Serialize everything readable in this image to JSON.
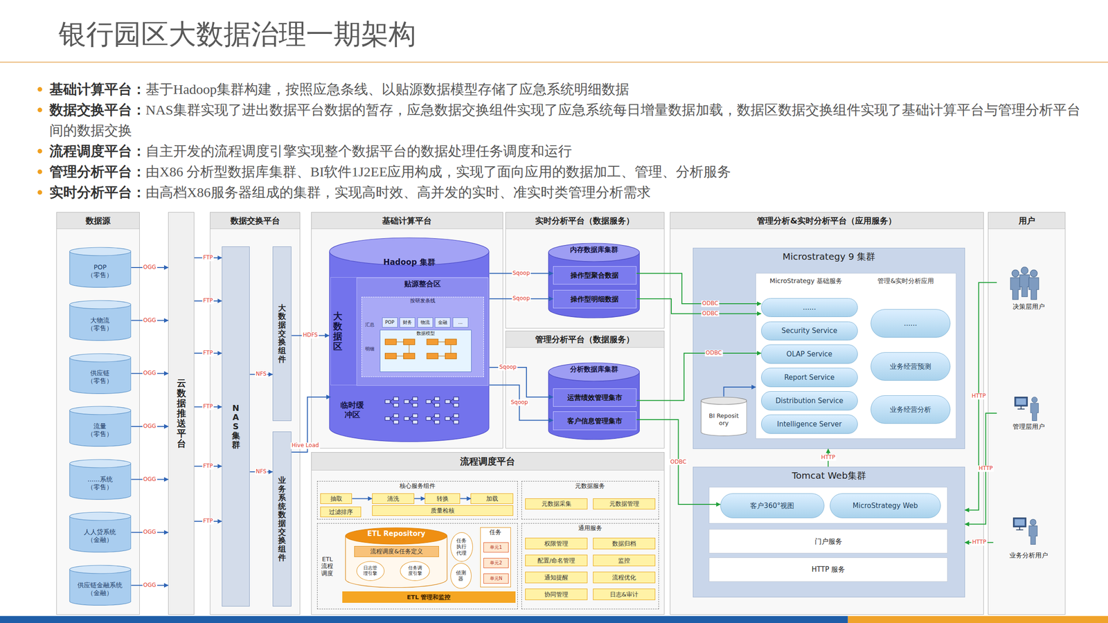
{
  "diagram": {
    "title": "银行园区大数据治理一期架构",
    "nodes": [
      {
        "text": [
          "数据源"
        ]
      },
      {
        "text": [
          "POP （零售）"
        ],
        "in": 0
      },
      {
        "text": [
          "大物流 （零售）"
        ],
        "in": 0
      },
      {
        "text": [
          "供应链 （零售）"
        ],
        "in": 0
      },
      {
        "text": [
          "流量 （零售）"
        ],
        "in": 0
      },
      {
        "text": [
          "......系统 （零售）"
        ],
        "in": 0
      },
      {
        "text": [
          "人人贷系统 （金融）"
        ],
        "in": 0
      },
      {
        "text": [
          "供应链金融系统 （金融）"
        ],
        "in": 0
      },
      {
        "text": [
          "云数据推送平台"
        ]
      },
      {
        "text": [
          "数据交换平台"
        ]
      },
      {
        "text": [
          "NAS集群"
        ],
        "in": 9
      },
      {
        "text": [
          "大数据交换组件"
        ],
        "in": 9
      },
      {
        "text": [
          "业务系统数据交换组件"
        ],
        "in": 9
      },
      {
        "text": [
          "基础计算平台"
        ]
      },
      {
        "text": [
          "Hadoop 集群"
        ],
        "in": 13
      },
      {
        "text": [
          "大数据区"
        ],
        "in": 14
      },
      {
        "text": [
          "贴源整合区"
        ],
        "in": 15
      },
      {
        "text": [
          "按研发条线"
        ],
        "in": 16
      },
      {
        "text": [
          "POP"
        ],
        "in": 17
      },
      {
        "text": [
          "财务"
        ],
        "in": 17
      },
      {
        "text": [
          "物流"
        ],
        "in": 17
      },
      {
        "text": [
          "金融"
        ],
        "in": 17
      },
      {
        "text": [
          "..."
        ],
        "in": 17
      },
      {
        "text": [
          "数据模型"
        ],
        "in": 17
      },
      {
        "text": [
          "临时缓冲区"
        ],
        "in": 14
      },
      {
        "text": [
          "实时分析平台（数据服务）"
        ]
      },
      {
        "text": [
          "内存数据库集群"
        ],
        "in": 25
      },
      {
        "text": [
          "操作型聚合数据"
        ],
        "in": 26
      },
      {
        "text": [
          "操作型明细数据"
        ],
        "in": 26
      },
      {
        "text": [
          "管理分析平台（数据服务）"
        ]
      },
      {
        "text": [
          "分析数据库集群"
        ],
        "in": 29
      },
      {
        "text": [
          "运营绩效管理集市"
        ],
        "in": 30
      },
      {
        "text": [
          "客户信息管理集市"
        ],
        "in": 30
      },
      {
        "text": [
          "流程调度平台"
        ]
      },
      {
        "text": [
          "核心服务组件"
        ],
        "in": 33
      },
      {
        "text": [
          "抽取"
        ],
        "in": 34
      },
      {
        "text": [
          "清洗"
        ],
        "in": 34
      },
      {
        "text": [
          "转换"
        ],
        "in": 34
      },
      {
        "text": [
          "加载"
        ],
        "in": 34
      },
      {
        "text": [
          "过滤排序"
        ],
        "in": 34
      },
      {
        "text": [
          "质量检核"
        ],
        "in": 34
      },
      {
        "text": [
          "元数据服务"
        ],
        "in": 33
      },
      {
        "text": [
          "元数据采集"
        ],
        "in": 41
      },
      {
        "text": [
          "元数据管理"
        ],
        "in": 41
      },
      {
        "text": [
          "ETL 流程调度"
        ],
        "in": 33
      },
      {
        "text": [
          "ETL Repository"
        ],
        "in": 44
      },
      {
        "text": [
          "流程调度&任务定义"
        ],
        "in": 45
      },
      {
        "text": [
          "日志管理引擎"
        ],
        "in": 45
      },
      {
        "text": [
          "任务调度引擎"
        ],
        "in": 45
      },
      {
        "text": [
          "任务执行代理"
        ],
        "in": 44
      },
      {
        "text": [
          "侦测器"
        ],
        "in": 44
      },
      {
        "text": [
          "任务"
        ],
        "in": 44
      },
      {
        "text": [
          "单元1"
        ],
        "in": 51
      },
      {
        "text": [
          "单元2"
        ],
        "in": 51
      },
      {
        "text": [
          "单元N"
        ],
        "in": 51
      },
      {
        "text": [
          "ETL 管理和监控"
        ],
        "in": 44
      },
      {
        "text": [
          "通用服务"
        ],
        "in": 33
      },
      {
        "text": [
          "权限管理"
        ],
        "in": 56
      },
      {
        "text": [
          "数据归档"
        ],
        "in": 56
      },
      {
        "text": [
          "配置/命名管理"
        ],
        "in": 56
      },
      {
        "text": [
          "监控"
        ],
        "in": 56
      },
      {
        "text": [
          "通知提醒"
        ],
        "in": 56
      },
      {
        "text": [
          "流程优化"
        ],
        "in": 56
      },
      {
        "text": [
          "协同管理"
        ],
        "in": 56
      },
      {
        "text": [
          "日志&审计"
        ],
        "in": 56
      },
      {
        "text": [
          "管理分析&实时分析平台（应用服务）"
        ]
      },
      {
        "text": [
          "Microstrategy 9 集群"
        ],
        "in": 65
      },
      {
        "text": [
          "MicroStrategy 基础服务",
          "管理&实时分析应用"
        ],
        "in": 66
      },
      {
        "text": [
          "......"
        ],
        "in": 67
      },
      {
        "text": [
          "Security Service"
        ],
        "in": 67
      },
      {
        "text": [
          "OLAP Service"
        ],
        "in": 67
      },
      {
        "text": [
          "Report Service"
        ],
        "in": 67
      },
      {
        "text": [
          "Distribution Service"
        ],
        "in": 67
      },
      {
        "text": [
          "Intelligence Server"
        ],
        "in": 67
      },
      {
        "text": [
          "......"
        ],
        "in": 67
      },
      {
        "text": [
          "业务经营预测"
        ],
        "in": 67
      },
      {
        "text": [
          "业务经营分析"
        ],
        "in": 67
      },
      {
        "text": [
          "BI Repository"
        ],
        "in": 66
      },
      {
        "text": [
          "Tomcat Web集群"
        ],
        "in": 65
      },
      {
        "text": [
          "客户360°视图"
        ],
        "in": 78
      },
      {
        "text": [
          "MicroStrategy Web"
        ],
        "in": 78
      },
      {
        "text": [
          "门户服务"
        ],
        "in": 78
      },
      {
        "text": [
          "HTTP 服务"
        ],
        "in": 78
      },
      {
        "text": [
          "用户"
        ]
      },
      {
        "text": [
          "决策层用户"
        ],
        "in": 83
      },
      {
        "text": [
          "管理层用户"
        ],
        "in": 83
      },
      {
        "text": [
          "业务分析用户"
        ],
        "in": 83
      }
    ],
    "edges": [
      {
        "from": 1,
        "to": 8,
        "label": "OGG",
        "arrow": "to"
      },
      {
        "from": 2,
        "to": 8,
        "label": "OGG",
        "arrow": "to"
      },
      {
        "from": 3,
        "to": 8,
        "label": "OGG",
        "arrow": "to"
      },
      {
        "from": 4,
        "to": 8,
        "label": "OGG",
        "arrow": "to"
      },
      {
        "from": 5,
        "to": 8,
        "label": "OGG",
        "arrow": "to"
      },
      {
        "from": 6,
        "to": 8,
        "label": "OGG",
        "arrow": "to"
      },
      {
        "from": 7,
        "to": 8,
        "label": "OGG",
        "arrow": "to"
      },
      {
        "from": 8,
        "to": 10,
        "label": "FTP",
        "arrow": "to"
      },
      {
        "from": 8,
        "to": 10,
        "label": "FTP",
        "arrow": "to"
      },
      {
        "from": 8,
        "to": 10,
        "label": "FTP",
        "arrow": "to"
      },
      {
        "from": 8,
        "to": 10,
        "label": "FTP",
        "arrow": "to"
      },
      {
        "from": 8,
        "to": 10,
        "label": "FTP",
        "arrow": "to"
      },
      {
        "from": 8,
        "to": 10,
        "label": "FTP",
        "arrow": "to"
      },
      {
        "from": 10,
        "to": 11,
        "label": "NFS",
        "arrow": "to"
      },
      {
        "from": 10,
        "to": 12,
        "label": "NFS",
        "arrow": "to"
      },
      {
        "from": 11,
        "to": 14,
        "label": "HDFS",
        "arrow": "to"
      },
      {
        "from": 12,
        "to": 24,
        "label": "Hive Load",
        "arrow": "to"
      },
      {
        "from": 14,
        "to": 27,
        "label": "Sqoop",
        "arrow": "to"
      },
      {
        "from": 14,
        "to": 28,
        "label": "Sqoop",
        "arrow": "to"
      },
      {
        "from": 14,
        "to": 31,
        "label": "Sqoop",
        "arrow": "to"
      },
      {
        "from": 14,
        "to": 32,
        "label": "Sqoop",
        "arrow": "to"
      },
      {
        "from": 27,
        "to": 68,
        "label": "ODBC",
        "arrow": "to"
      },
      {
        "from": 28,
        "to": 68,
        "label": "ODBC",
        "arrow": "to"
      },
      {
        "from": 31,
        "to": 70,
        "label": "ODBC",
        "arrow": "to"
      },
      {
        "from": 32,
        "to": 79,
        "label": "ODBC",
        "arrow": "to"
      },
      {
        "from": 77,
        "to": 67,
        "arrow": "to"
      },
      {
        "from": 78,
        "to": 66,
        "label": "HTTP",
        "arrow": "to"
      },
      {
        "from": 84,
        "to": 78,
        "label": "HTTP",
        "arrow": "to"
      },
      {
        "from": 85,
        "to": 78,
        "label": "HTTP",
        "arrow": "to"
      },
      {
        "from": 86,
        "to": 78,
        "label": "HTTP",
        "arrow": "to"
      },
      {
        "from": 35,
        "to": 36,
        "arrow": "to"
      },
      {
        "from": 36,
        "to": 37,
        "arrow": "to"
      },
      {
        "from": 37,
        "to": 38,
        "arrow": "to"
      }
    ],
    "labels": [
      "基础计算平台：",
      "基于Hadoop集群构建，按照应急条线、以贴源数据模型存储了应急系统明细数据",
      "数据交换平台：",
      "NAS集群实现了进出数据平台数据的暂存，应急数据交换组件实现了应急系统每日增量数据加载，数据区数据交换组件实现了基础计算平台与管理分析平台间的数据交换",
      "流程调度平台：",
      "自主开发的流程调度引擎实现整个数据平台的数据处理任务调度和运行",
      "管理分析平台：",
      "由X86 分析型数据库集群、BI软件1J2EE应用构成，实现了面向应用的数据加工、管理、分析服务",
      "实时分析平台：",
      "由高档X86服务器组成的集群，实现高时效、高并发的实时、准实时类管理分析需求",
      "汇总",
      "明细"
    ]
  }
}
